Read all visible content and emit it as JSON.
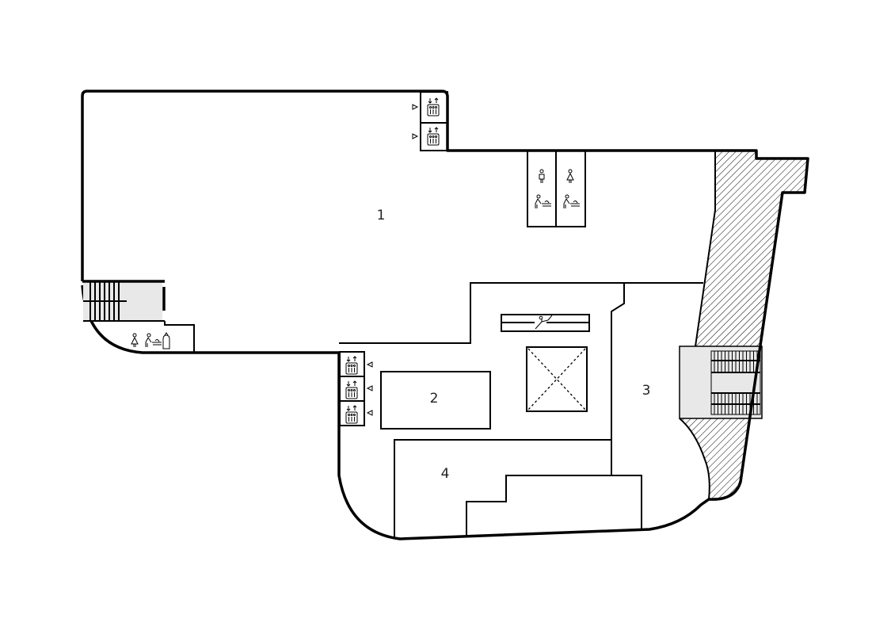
{
  "floor_plan": {
    "rooms": [
      {
        "label": "1"
      },
      {
        "label": "2"
      },
      {
        "label": "3"
      },
      {
        "label": "4"
      }
    ],
    "icons": [
      "elevator-icon",
      "toilet-male-icon",
      "toilet-female-icon",
      "baby-changing-icon",
      "multipurpose-toilet-icon",
      "escalator-icon",
      "stairs-icon",
      "void-icon",
      "entrance-arrow-icon"
    ],
    "colors": {
      "wall": "#000000",
      "stair_fill": "#e8e8e8",
      "hatch": "#000000",
      "background": "#ffffff"
    }
  }
}
